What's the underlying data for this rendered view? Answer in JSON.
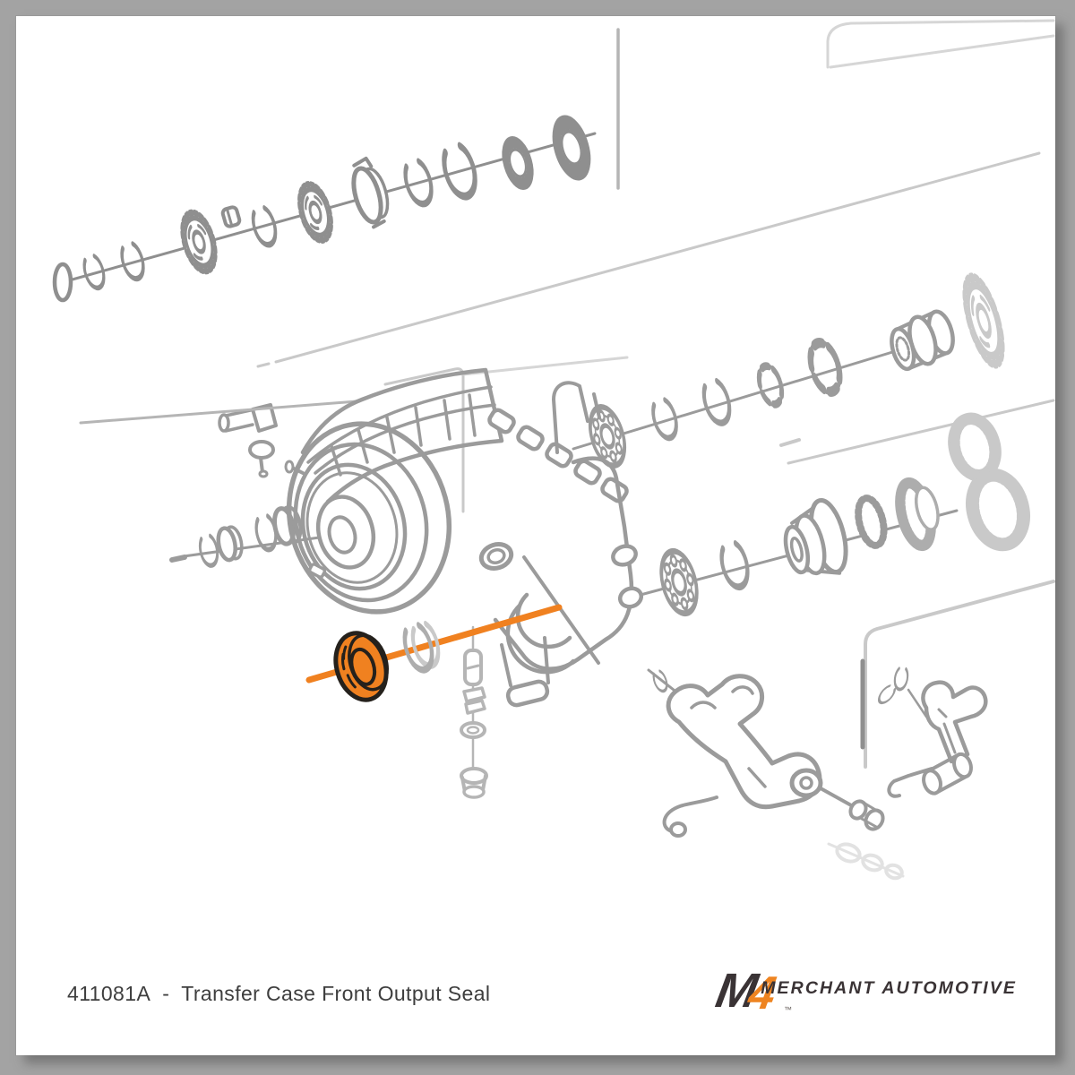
{
  "frame": {
    "background": "#a3a3a3",
    "card_background": "#ffffff"
  },
  "caption": {
    "part_number": "411081A",
    "separator": "-",
    "description": "Transfer Case Front Output Seal"
  },
  "brand": {
    "monogram_m": "M",
    "monogram_4": "4",
    "trademark_symbol": "™",
    "wordmark": "MERCHANT AUTOMOTIVE"
  },
  "diagram": {
    "type": "exploded-parts-diagram",
    "subject": "Transfer case with shafts, gears, bearings, snap rings and shift forks",
    "highlighted_part": "Transfer case front output seal",
    "highlight_color": "#F08120",
    "seal_outline_color": "#25211C",
    "line_gray": "#9B9B9B",
    "faint_line_gray": "#CDCDCD"
  }
}
